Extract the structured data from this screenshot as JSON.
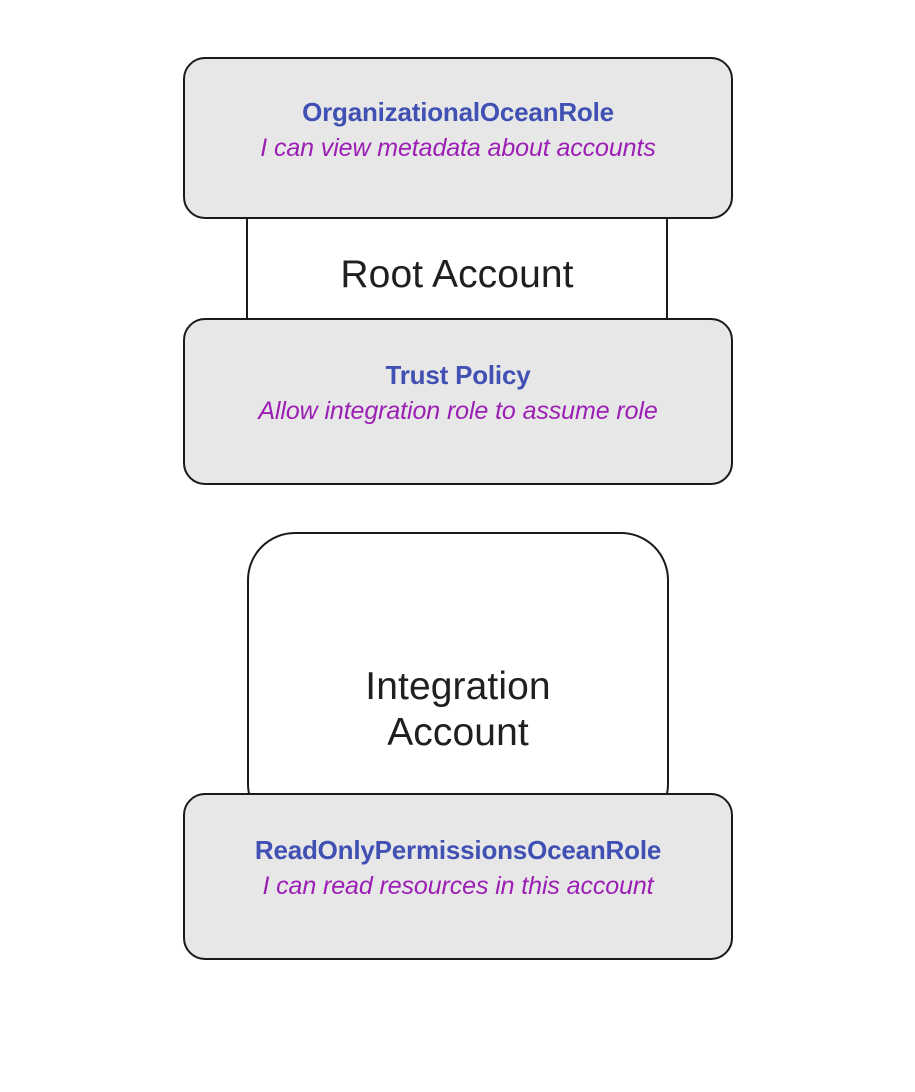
{
  "diagram": {
    "type": "architecture-diagram",
    "background_color": "#ffffff",
    "palette": {
      "card_fill": "#e7e7e7",
      "card_border": "#1a1a1a",
      "account_fill": "#ffffff",
      "account_border": "#1a1a1a",
      "role_title_color": "#4050b3",
      "role_subtitle_color": "#9c1fb5",
      "account_label_color": "#1f1f1f"
    },
    "accounts": [
      {
        "id": "root-account",
        "label": "Root Account"
      },
      {
        "id": "integration-account",
        "label": "Integration\nAccount"
      }
    ],
    "cards": [
      {
        "id": "organizational-ocean-role",
        "title": "OrganizationalOceanRole",
        "subtitle": "I can view metadata about accounts",
        "account": "root-account"
      },
      {
        "id": "trust-policy",
        "title": "Trust Policy",
        "subtitle": "Allow integration role to assume role",
        "account": "root-account"
      },
      {
        "id": "readonly-permissions-ocean-role",
        "title": "ReadOnlyPermissionsOceanRole",
        "subtitle": "I can read resources in this account",
        "account": "integration-account"
      }
    ]
  }
}
